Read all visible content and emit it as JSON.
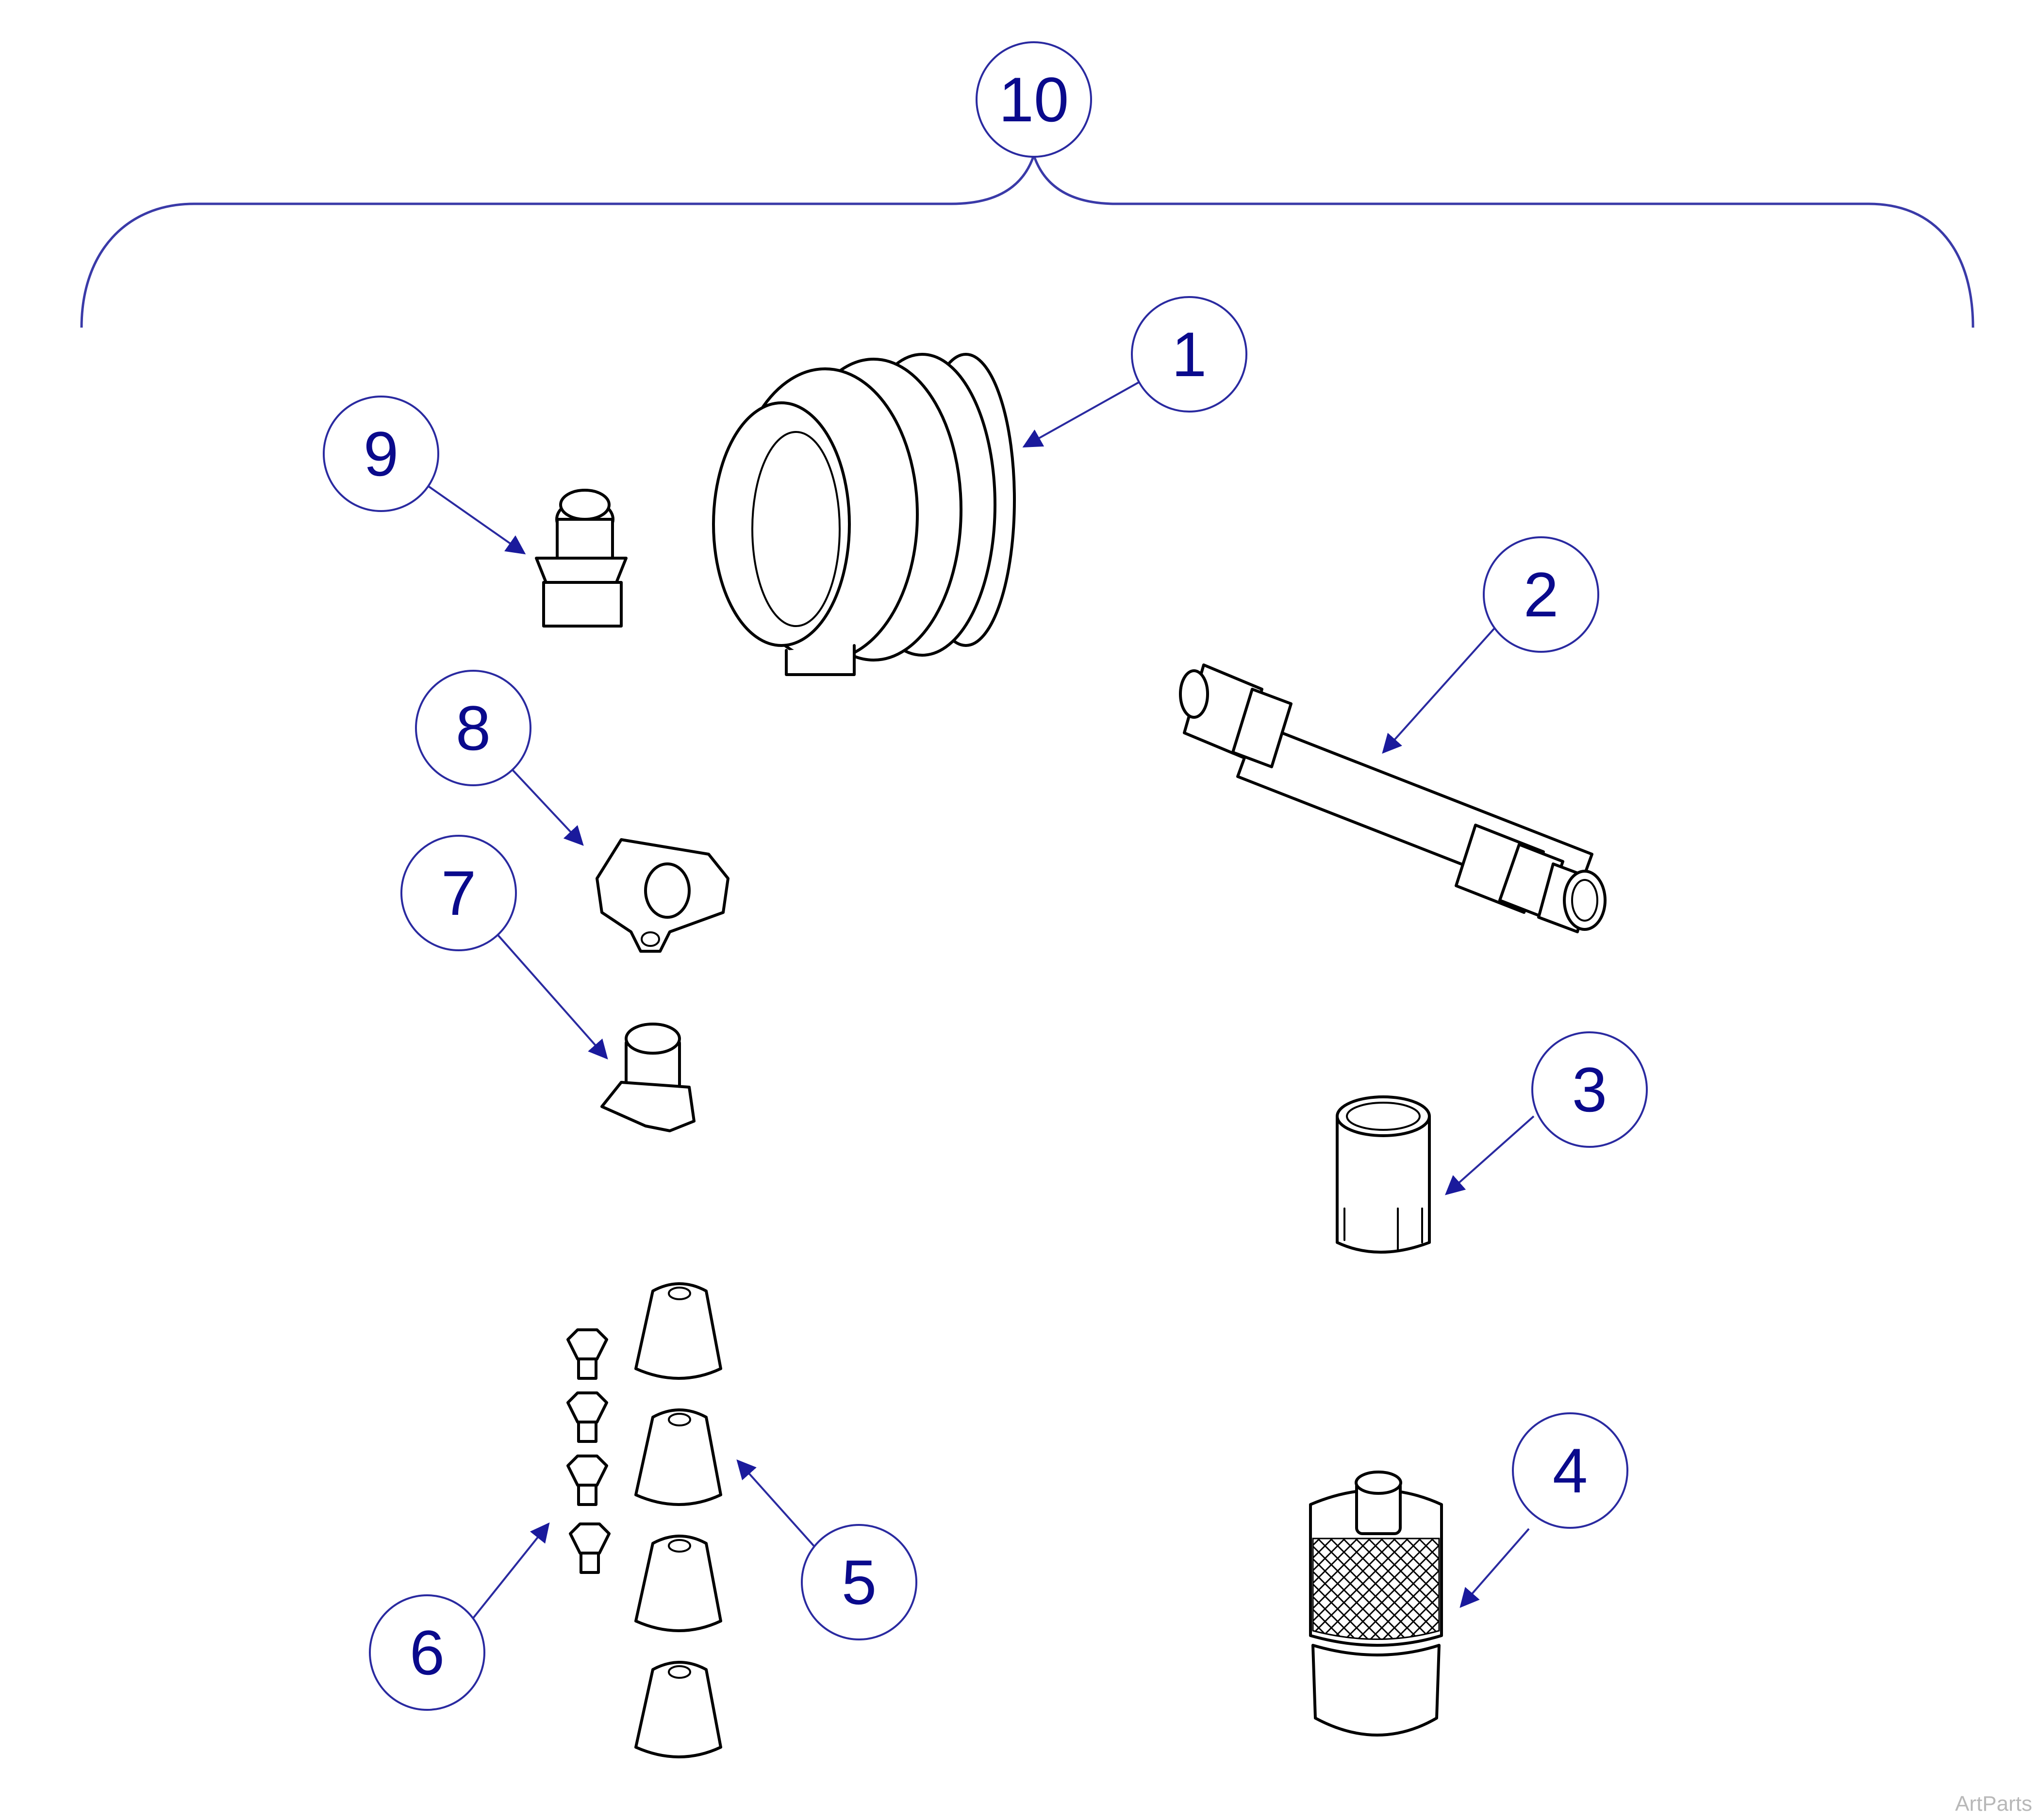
{
  "callouts": [
    {
      "label": "10"
    },
    {
      "label": "1"
    },
    {
      "label": "2"
    },
    {
      "label": "3"
    },
    {
      "label": "4"
    },
    {
      "label": "5"
    },
    {
      "label": "6"
    },
    {
      "label": "7"
    },
    {
      "label": "8"
    },
    {
      "label": "9"
    }
  ],
  "watermark": "ArtParts",
  "colors": {
    "callout": "#0a0a8c",
    "leader": "#2a2aa0",
    "part_line": "#000000"
  }
}
